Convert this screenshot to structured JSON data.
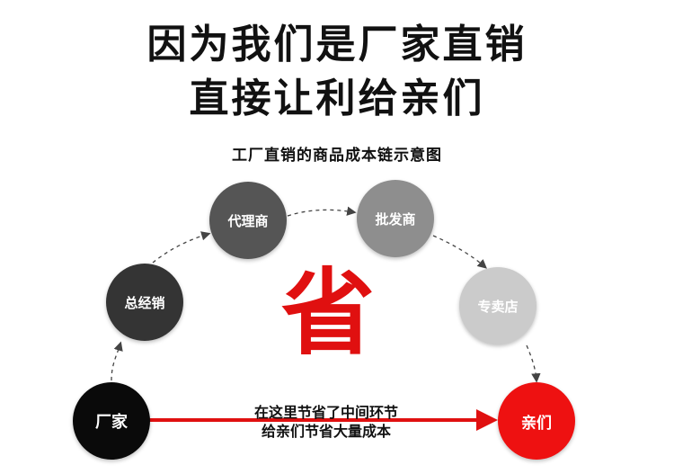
{
  "header": {
    "line1": "因为我们是厂家直销",
    "line2": "直接让利给亲们"
  },
  "diagram": {
    "subtitle": "工厂直销的商品成本链示意图",
    "nodes": {
      "factory": "厂家",
      "distributor": "总经销",
      "agent": "代理商",
      "wholesaler": "批发商",
      "store": "专卖店",
      "customer": "亲们"
    },
    "center_char": "省",
    "note_line1": "在这里节省了中间环节",
    "note_line2": "给亲们节省大量成本",
    "colors": {
      "direct_arrow": "#e01010",
      "chain_arrow": "#444444",
      "factory": "#0a0a0a",
      "distributor": "#343434",
      "agent": "#555555",
      "wholesaler": "#8e8e8e",
      "store": "#cbcbcb",
      "customer": "#ee1111"
    }
  }
}
